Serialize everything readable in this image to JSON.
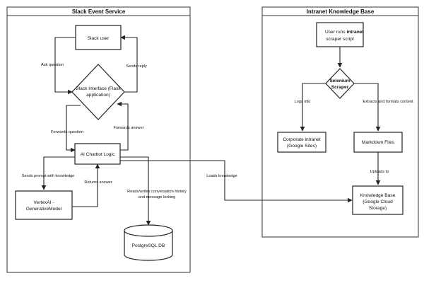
{
  "slack_panel": {
    "title": "Slack Event Service",
    "nodes": {
      "slack_user": "Slack user",
      "slack_interface": [
        "Slack Interface (Flask",
        "application)"
      ],
      "chatbot_logic": "AI Chatbot Logic",
      "vertexai": [
        "VertexAI -",
        "GenerativeModel"
      ],
      "postgres": "PostgreSQL DB"
    },
    "edges": {
      "ask_question": "Ask question",
      "sends_reply": "Sends reply",
      "forwards_question": "Forwards question",
      "forwards_answer": "Forwards answer",
      "sends_prompt": "Sends prompt with knowledge",
      "returns_answer": "Returns answer",
      "reads_writes": [
        "Reads/writes conversation history",
        "and message locking"
      ]
    }
  },
  "intranet_panel": {
    "title": "Intranet Knowledge Base",
    "nodes": {
      "user_runs": [
        "User runs",
        "intranet",
        "scraper script"
      ],
      "selenium": [
        "Selenium",
        "Scraper"
      ],
      "corporate_intranet": [
        "Corporate intranet",
        "(Google Sites)"
      ],
      "markdown_files": "Markdown Files",
      "knowledge_base": [
        "Knowledge Base",
        "(Google Cloud",
        "Storage)"
      ]
    },
    "edges": {
      "logs_into": "Logs into",
      "extracts_formats": "Extracts and formats content",
      "uploads_to": "Uploads to"
    }
  },
  "cross_edges": {
    "loads_knowledge": "Loads knowledge"
  },
  "colors": {
    "stroke": "#222222",
    "frame": "#333333",
    "background": "#ffffff"
  }
}
